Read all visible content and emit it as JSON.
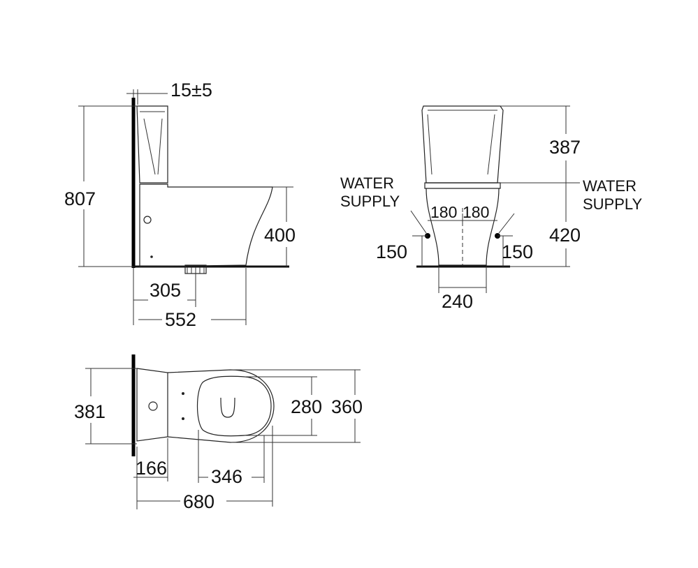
{
  "side_view": {
    "dim_top": "15±5",
    "dim_height": "807",
    "dim_seat": "400",
    "dim_outlet": "305",
    "dim_length": "552"
  },
  "front_view": {
    "dim_tank": "387",
    "dim_lower": "420",
    "water_supply_left": [
      "WATER",
      "SUPPLY"
    ],
    "water_supply_right": [
      "WATER",
      "SUPPLY"
    ],
    "dim_offset_left": "180",
    "dim_offset_right": "180",
    "dim_supply_left": "150",
    "dim_supply_right": "150",
    "dim_base": "240"
  },
  "top_view": {
    "dim_depth": "381",
    "dim_seat_width": "280",
    "dim_width": "360",
    "dim_tank_depth": "166",
    "dim_bowl": "346",
    "dim_total": "680"
  }
}
